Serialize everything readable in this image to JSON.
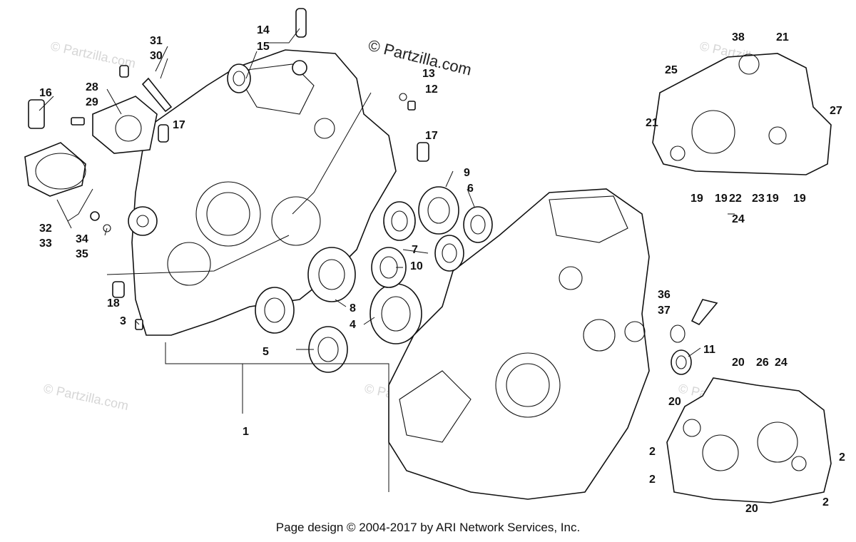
{
  "watermarks": {
    "main": "© Partzilla.com",
    "faint": "© Partzilla.com"
  },
  "footer": "Page design © 2004-2017 by ARI Network Services, Inc.",
  "callouts": {
    "c1": "1",
    "c2a": "2",
    "c2b": "2",
    "c2c": "2",
    "c2d": "2",
    "c3": "3",
    "c4": "4",
    "c5": "5",
    "c6": "6",
    "c7": "7",
    "c8": "8",
    "c9": "9",
    "c10": "10",
    "c11": "11",
    "c12": "12",
    "c13": "13",
    "c14": "14",
    "c15": "15",
    "c16": "16",
    "c17a": "17",
    "c17b": "17",
    "c18": "18",
    "c19a": "19",
    "c19b": "19",
    "c19c": "19",
    "c19d": "19",
    "c20a": "20",
    "c20b": "20",
    "c20c": "20",
    "c21a": "21",
    "c21b": "21",
    "c22": "22",
    "c23": "23",
    "c24a": "24",
    "c24b": "24",
    "c25": "25",
    "c26": "26",
    "c27": "27",
    "c28": "28",
    "c29": "29",
    "c30": "30",
    "c31": "31",
    "c32": "32",
    "c33": "33",
    "c34": "34",
    "c35": "35",
    "c36": "36",
    "c37": "37",
    "c38": "38"
  }
}
